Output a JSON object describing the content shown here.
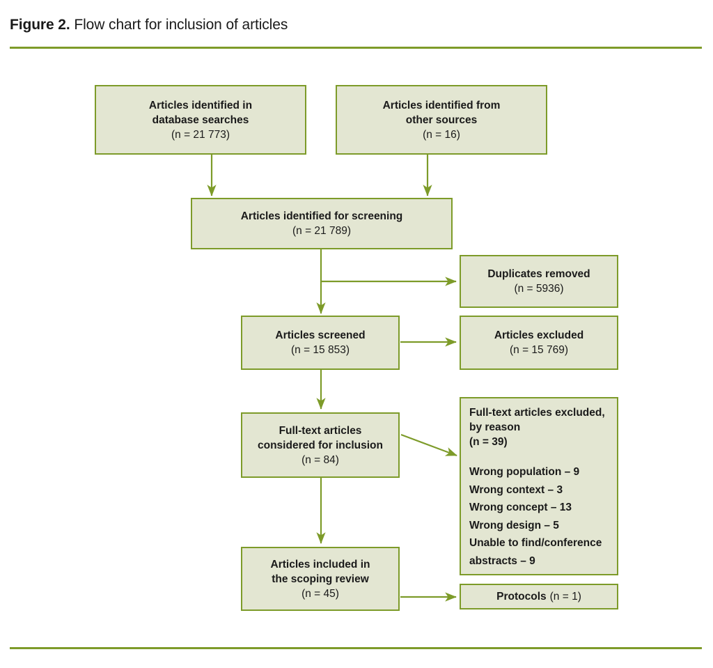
{
  "figure": {
    "label": "Figure 2.",
    "caption": "Flow chart for inclusion of articles"
  },
  "theme": {
    "box_fill": "#e3e6d2",
    "box_border": "#7d9b29",
    "rule_color": "#7d9b29",
    "text_color": "#1a1a1a"
  },
  "chart_data": {
    "type": "diagram",
    "diagram_type": "prisma-flow-chart",
    "title": "Flow chart for inclusion of articles",
    "nodes": [
      {
        "id": "identified-database",
        "title": "Articles identified in\ndatabase searches",
        "count": "(n = 21 773)"
      },
      {
        "id": "identified-other",
        "title": "Articles identified from\nother sources",
        "count": "(n = 16)"
      },
      {
        "id": "identified-screening",
        "title": "Articles identified for screening",
        "count": "(n = 21 789)"
      },
      {
        "id": "duplicates-removed",
        "title": "Duplicates removed",
        "count": "(n = 5936)"
      },
      {
        "id": "articles-screened",
        "title": "Articles screened",
        "count": "(n = 15 853)"
      },
      {
        "id": "articles-excluded",
        "title": "Articles excluded",
        "count": "(n = 15 769)"
      },
      {
        "id": "fulltext-considered",
        "title": "Full-text articles\nconsidered for inclusion",
        "count": "(n = 84)"
      },
      {
        "id": "fulltext-excluded",
        "title": "Full-text articles excluded,\nby reason",
        "count": "(n = 39)",
        "reasons": "Wrong population – 9\nWrong context – 3\nWrong concept – 13\nWrong design – 5\nUnable to find/conference\nabstracts – 9"
      },
      {
        "id": "articles-included",
        "title": "Articles included in\nthe scoping review",
        "count": "(n = 45)"
      },
      {
        "id": "protocols",
        "title": "Protocols",
        "count": "(n = 1)"
      }
    ],
    "edges": [
      {
        "from": "identified-database",
        "to": "identified-screening"
      },
      {
        "from": "identified-other",
        "to": "identified-screening"
      },
      {
        "from": "identified-screening",
        "to": "duplicates-removed"
      },
      {
        "from": "identified-screening",
        "to": "articles-screened"
      },
      {
        "from": "articles-screened",
        "to": "articles-excluded"
      },
      {
        "from": "articles-screened",
        "to": "fulltext-considered"
      },
      {
        "from": "fulltext-considered",
        "to": "fulltext-excluded"
      },
      {
        "from": "fulltext-considered",
        "to": "articles-included"
      },
      {
        "from": "articles-included",
        "to": "protocols"
      }
    ]
  }
}
